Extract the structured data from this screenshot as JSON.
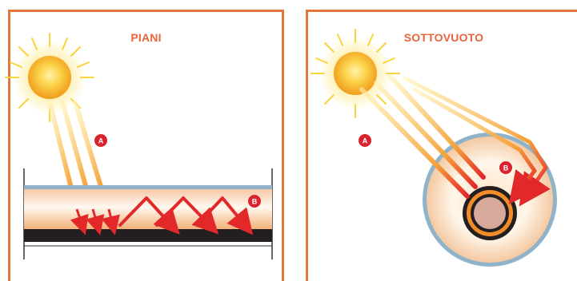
{
  "panels": {
    "left": {
      "title": "PIANI",
      "label_a": "A",
      "label_b": "B"
    },
    "right": {
      "title": "SOTTOVUOTO",
      "label_a": "A",
      "label_b": "B"
    }
  },
  "colors": {
    "frame": "#e07a3a",
    "title": "#e8643a",
    "badge": "#d9232e",
    "arrow_red": "#e3282a",
    "arrow_orange": "#f28c28",
    "sun_core": "#f5b41c",
    "absorber": "#231f20",
    "glass": "#8fb3c9"
  }
}
